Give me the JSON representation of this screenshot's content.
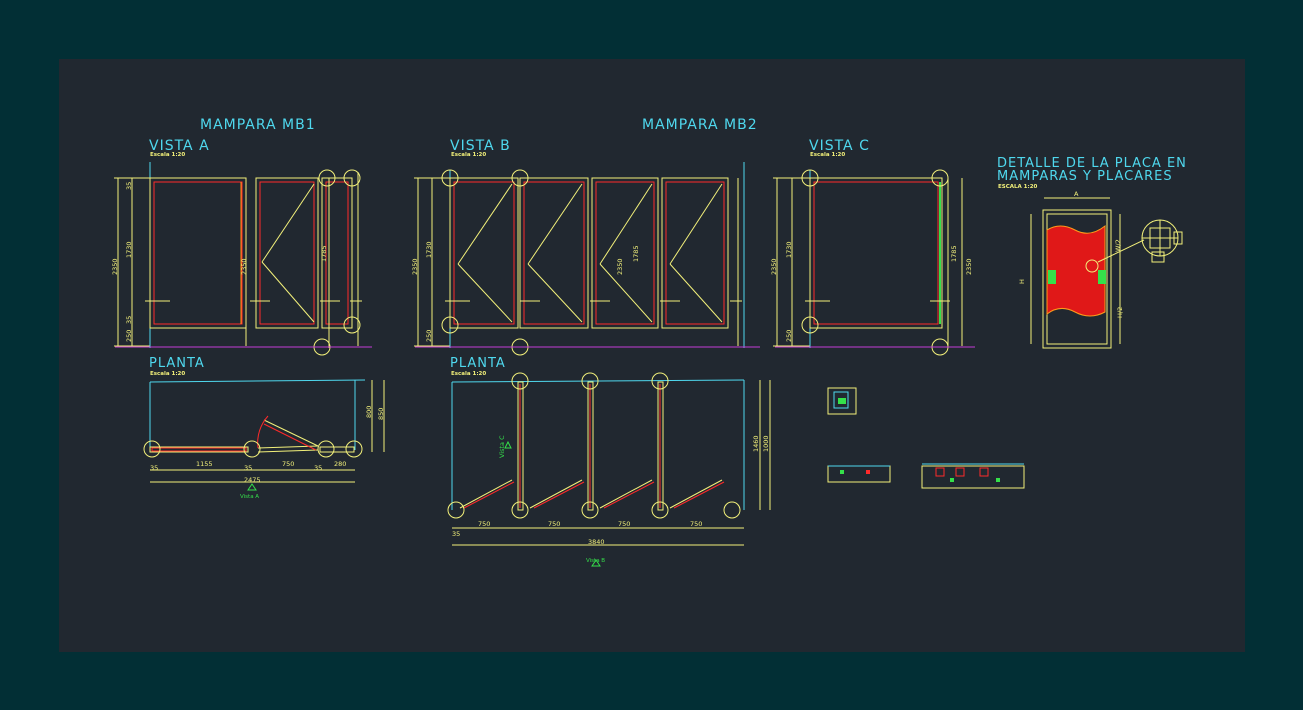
{
  "titles": {
    "mb1": "MAMPARA MB1",
    "mb2": "MAMPARA MB2",
    "vista_a": "VISTA A",
    "vista_b": "VISTA B",
    "vista_c": "VISTA C",
    "detalle_line1": "DETALLE DE LA PLACA EN",
    "detalle_line2": "MAMPARAS Y PLACARES",
    "planta_1": "PLANTA",
    "planta_2": "PLANTA"
  },
  "scales": {
    "vista_a": "Escala 1:20",
    "vista_b": "Escala 1:20",
    "vista_c": "Escala 1:20",
    "detalle": "ESCALA 1:20",
    "planta_1": "Escala 1:20",
    "planta_2": "Escala 1:20"
  },
  "dims": {
    "a_total_h": "2350",
    "a_door_h": "1730",
    "a_mid_h": "2350",
    "a_right_h": "1785",
    "a_top": "35",
    "a_bot_250": "250",
    "a_bot_35": "35",
    "b_total_h": "2350",
    "b_door_h": "1730",
    "b_mid_h": "2350",
    "b_right_h": "1785",
    "b_bot_250": "250",
    "c_total_h": "2350",
    "c_door_h": "1730",
    "c_right_h": "1785",
    "c_right_total": "2350",
    "c_bot_250": "250",
    "p1_1155": "1155",
    "p1_750": "750",
    "p1_280": "280",
    "p1_35a": "35",
    "p1_35b": "35",
    "p1_35c": "35",
    "p1_2475": "2475",
    "p1_800": "800",
    "p1_850": "850",
    "p2_750a": "750",
    "p2_750b": "750",
    "p2_750c": "750",
    "p2_750d": "750",
    "p2_3840": "3840",
    "p2_1460": "1460",
    "p2_1000": "1000",
    "p2_35": "35",
    "det_a": "A",
    "det_h": "H",
    "det_h2": "H/2",
    "det_w2": "W/2"
  },
  "view_labels": {
    "vista_a": "Vista A",
    "vista_b": "Vista B",
    "vista_c": "Vista C"
  },
  "colors": {
    "background": "#022f35",
    "sheet": "#212830",
    "title": "#4fd8ee",
    "dimension": "#f2f07a",
    "panel_red": "#ff2a2a",
    "panel_orange": "#ff9a1a",
    "green": "#35e04a",
    "magenta": "#c43cd6"
  }
}
